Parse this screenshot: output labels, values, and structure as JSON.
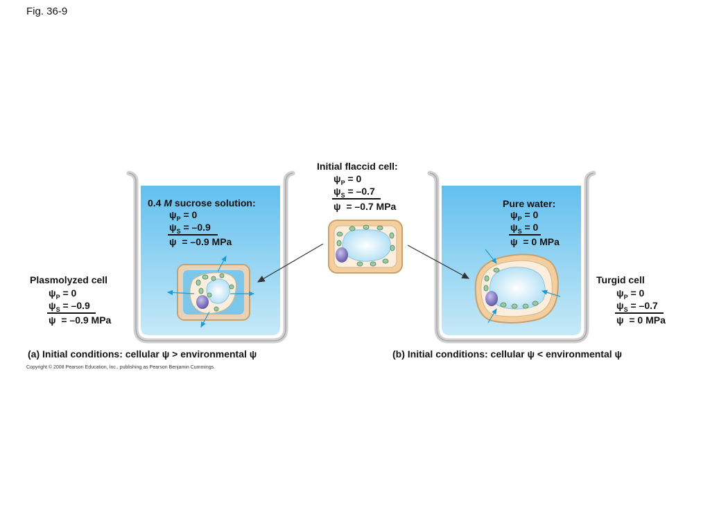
{
  "figure_label": "Fig. 36-9",
  "flaccid": {
    "title": "Initial flaccid cell:",
    "psi_p": "ψP = 0",
    "psi_p_sym": "ψ",
    "psi_p_sub": "P",
    "psi_p_val": "=   0",
    "psi_s_sym": "ψ",
    "psi_s_sub": "S",
    "psi_s_val": "= –0.7",
    "psi_sym": "ψ",
    "psi_val": "= –0.7 MPa"
  },
  "sucrose": {
    "title_pre": "0.4 ",
    "title_m": "M",
    "title_post": " sucrose solution:",
    "psi_p_sym": "ψ",
    "psi_p_sub": "P",
    "psi_p_val": "=   0",
    "psi_s_sym": "ψ",
    "psi_s_sub": "S",
    "psi_s_val": "= –0.9",
    "psi_sym": "ψ",
    "psi_val": "= –0.9 MPa"
  },
  "plasmolyzed": {
    "title": "Plasmolyzed cell",
    "psi_p_sym": "ψ",
    "psi_p_sub": "P",
    "psi_p_val": "=   0",
    "psi_s_sym": "ψ",
    "psi_s_sub": "S",
    "psi_s_val": "= –0.9",
    "psi_sym": "ψ",
    "psi_val": "= –0.9 MPa"
  },
  "pure_water": {
    "title": "Pure water:",
    "psi_p_sym": "ψ",
    "psi_p_sub": "P",
    "psi_p_val": "= 0",
    "psi_s_sym": "ψ",
    "psi_s_sub": "S",
    "psi_s_val": "= 0",
    "psi_sym": "ψ",
    "psi_val": "= 0 MPa"
  },
  "turgid": {
    "title": "Turgid cell",
    "psi_p_sym": "ψ",
    "psi_p_sub": "P",
    "psi_p_val": "=   0",
    "psi_s_sym": "ψ",
    "psi_s_sub": "S",
    "psi_s_val": "= –0.7",
    "psi_sym": "ψ",
    "psi_val": "=   0 MPa"
  },
  "caption_a": "(a) Initial conditions: cellular ψ > environmental ψ",
  "caption_b": "(b) Initial conditions: cellular ψ < environmental ψ",
  "copyright": "Copyright © 2008 Pearson Education, Inc., publishing as Pearson Benjamin Cummings.",
  "colors": {
    "water": "#7ecbef",
    "cell_wall": "#f3cfa0",
    "vacuole": "#d6eefb",
    "chloroplast": "#8fbf9a",
    "nucleus": "#8a7fc4",
    "arrow_blue": "#1c9bd2"
  }
}
